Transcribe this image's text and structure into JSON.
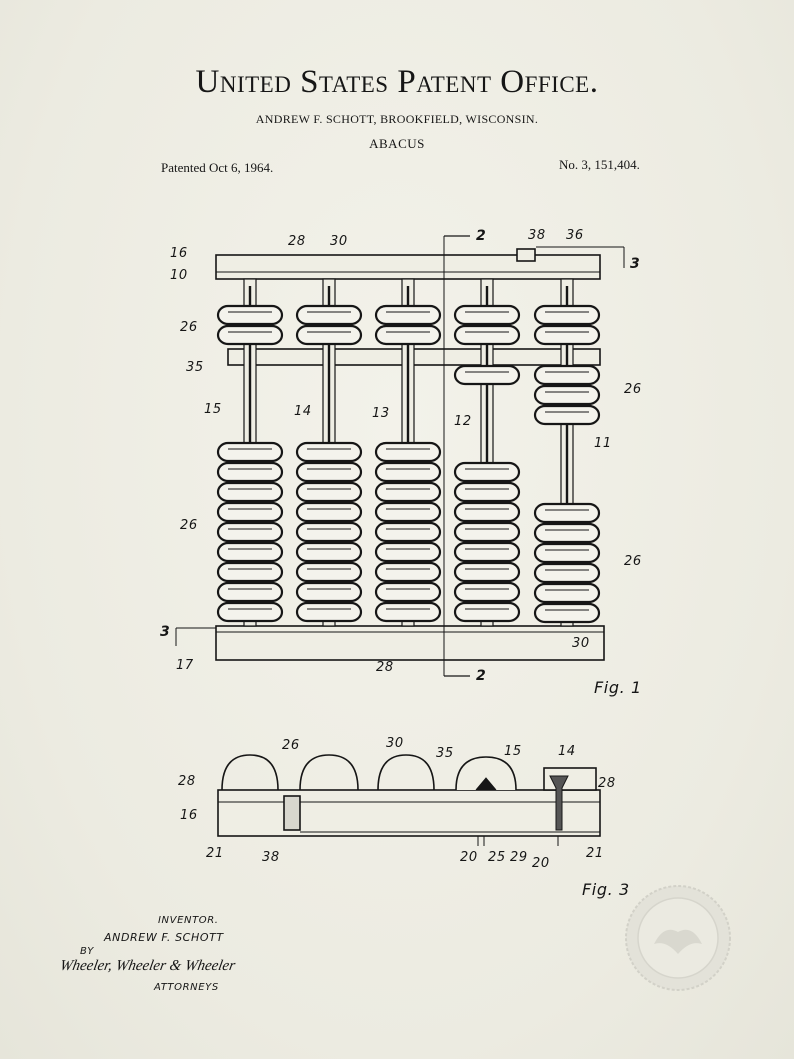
{
  "header": {
    "title": "United States Patent Office.",
    "inventor_line": "ANDREW F. SCHOTT, BROOKFIELD, WISCONSIN.",
    "subject": "ABACUS",
    "patented": "Patented Oct 6, 1964.",
    "number": "No. 3, 151,404."
  },
  "fig1": {
    "caption": "Fig. 1",
    "labels": {
      "l16": "16",
      "l10": "10",
      "l28a": "28",
      "l30a": "30",
      "l2a": "2",
      "l38": "38",
      "l36": "36",
      "l3a": "3",
      "l26a": "26",
      "l35": "35",
      "l26b": "26",
      "l15": "15",
      "l14": "14",
      "l13": "13",
      "l12": "12",
      "l11": "11",
      "l26c": "26",
      "l26d": "26",
      "l3b": "3",
      "l30b": "30",
      "l17": "17",
      "l28b": "28",
      "l2b": "2"
    }
  },
  "fig3": {
    "caption": "Fig. 3",
    "labels": {
      "l28a": "28",
      "l26": "26",
      "l30": "30",
      "l35": "35",
      "l15": "15",
      "l14": "14",
      "l28b": "28",
      "l16": "16",
      "l21a": "21",
      "l38": "38",
      "l20a": "20",
      "l25": "25",
      "l29": "29",
      "l20b": "20",
      "l21b": "21"
    }
  },
  "footer": {
    "inventor_label": "INVENTOR.",
    "inventor_name": "ANDREW F. SCHOTT",
    "by": "BY",
    "signature": "Wheeler, Wheeler & Wheeler",
    "attorneys": "ATTORNEYS"
  },
  "colors": {
    "paper": "#efeee4",
    "ink": "#161616",
    "seal": "#dcdbd2"
  }
}
